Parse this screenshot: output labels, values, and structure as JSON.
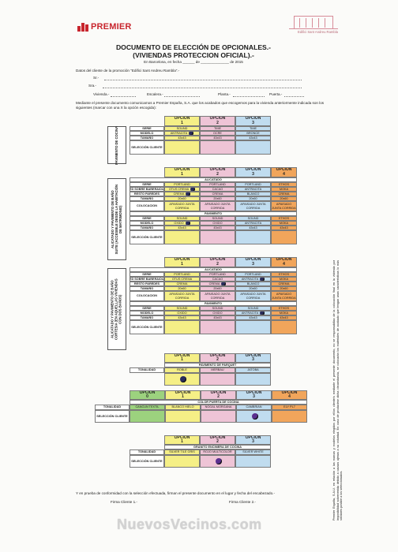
{
  "header": {
    "brand": "PREMIER",
    "stamp_text": "Edifici Sant Andreu Rambla",
    "title_line1": "DOCUMENTO DE ELECCIÓN DE OPCIONALES.-",
    "title_line2": "(VIVIENDAS PROTECCION OFICIAL).-",
    "date_line": "En Barcelona, en fecha ______ de ______________ de 2015"
  },
  "client": {
    "heading": "Datos del cliente de la promoción \"Edifici Sant Andreu Rambla\".-",
    "sr1": "Sr.-",
    "sra": "Sra.-",
    "vivienda": "Vivienda.-",
    "escalera": "Escalera.-",
    "planta": "Planta.-",
    "puerta": "Puerta.-"
  },
  "intro_text": "Mediante el presente documento comunicamos a Premier España, S.A. que los acabados que escogemos para la vivienda anteriormente indicada son los siguientes (marcar con una X la opción escogida):",
  "cocina_pav": {
    "title": "PAVIMENTO DE COCINA",
    "opcion": [
      "OPCION",
      "OPCION",
      "OPCION"
    ],
    "nums": [
      "1",
      "2",
      "3"
    ],
    "labels": [
      "SERIE",
      "MODELO",
      "TAMAÑO",
      "SELECCIÓN CLIENTE"
    ],
    "serie": [
      "SOUND",
      "TIME",
      "TIME"
    ],
    "modelo": [
      "ANTRACITA",
      "OCRE",
      "BRONCE"
    ],
    "tamano": [
      "43x43",
      "43x43",
      "43x43"
    ]
  },
  "suite": {
    "title_lines": [
      "ALICATADO Y PAVIMENTO DE BAÑO",
      "SUITE (ACCESIBLE DESDE LA HABITACIÓN",
      "DE MATRIMONIO)"
    ],
    "opcion": [
      "OPCION",
      "OPCION",
      "OPCION",
      "OPCION"
    ],
    "nums": [
      "1",
      "2",
      "3",
      "4"
    ],
    "alicatado": "ALICATADO",
    "pavimento": "PAVIMENTO",
    "labels": [
      "SERIE",
      "PARED SOBRE BAÑERA/DUCHA",
      "RESTO PAREDES",
      "TAMAÑO",
      "COLOCACION",
      "SERIE",
      "MODELO",
      "TAMAÑO",
      "SELECCIÓN CLIENTE"
    ],
    "serie": [
      "PORTLAND",
      "PORTLAND",
      "PORTLAND",
      "ETHOS"
    ],
    "pared": [
      "OTUS CREMA",
      "CACAO",
      "ANTRACITA",
      "MOKA"
    ],
    "resto": [
      "CREMA",
      "CREMA",
      "BLANCO",
      "CREMA"
    ],
    "tamano": [
      "20x60",
      "20x60",
      "20x60",
      "20x60"
    ],
    "colocacion": [
      "APAISADO JUNTA CORRIDA",
      "APAISADO JUNTA CORRIDA",
      "APAISADO JUNTA CORRIDA",
      "APAISADO JUNTA CORRIDA"
    ],
    "pav_serie": [
      "SOUND",
      "SOUND",
      "SOUND",
      "ETHOS"
    ],
    "pav_modelo": [
      "OXIDO",
      "OXIDO",
      "ANTRACITA",
      "MOKA"
    ],
    "pav_tamano": [
      "43x43",
      "43x43",
      "43x43",
      "43x43"
    ]
  },
  "cortesia": {
    "title_lines": [
      "ALICATADO Y PAVIMENTO DE BAÑO",
      "CORTESIA (EN AQUELLAS VIVIENDAS",
      "CON DOS BAÑOS)"
    ],
    "opcion": [
      "OPCION",
      "OPCION",
      "OPCION",
      "OPCION"
    ],
    "nums": [
      "1",
      "2",
      "3",
      "4"
    ],
    "alicatado": "ALICATADO",
    "pavimento": "PAVIMENTO",
    "labels": [
      "SERIE",
      "PARED SOBRE BAÑERA/DUCHA",
      "RESTO PAREDES",
      "TAMAÑO",
      "COLOCACION",
      "SERIE",
      "MODELO",
      "TAMAÑO",
      "SELECCIÓN CLIENTE"
    ],
    "serie": [
      "PORTLAND",
      "PORTLAND",
      "PORTLAND",
      "ETHOS"
    ],
    "pared": [
      "OTUS CREMA",
      "CACAO",
      "ANTRACITA",
      "MOKA"
    ],
    "resto": [
      "CREMA",
      "CREMA",
      "BLANCO",
      "CREMA"
    ],
    "tamano": [
      "20x60",
      "20x60",
      "20x60",
      "20x60"
    ],
    "colocacion": [
      "APAISADO JUNTA CORRIDA",
      "APAISADO JUNTA CORRIDA",
      "APAISADO JUNTA CORRIDA",
      "APAISADO JUNTA CORRIDA"
    ],
    "pav_serie": [
      "SOUND",
      "SOUND",
      "SOUND",
      "ETHOS"
    ],
    "pav_modelo": [
      "OXIDO",
      "OXIDO",
      "ANTRACITA",
      "MOKA"
    ],
    "pav_tamano": [
      "43x43",
      "43x43",
      "43x43",
      "43x43"
    ]
  },
  "parquet": {
    "opcion": [
      "OPCION",
      "OPCION",
      "OPCION"
    ],
    "nums": [
      "1",
      "2",
      "3"
    ],
    "heading": "PAVIMENTO DE PARQUET",
    "label": "TONALIDAD",
    "values": [
      "ROBLE",
      "MERBAU",
      "JATOBA"
    ]
  },
  "puerta": {
    "opcion": [
      "OPCION",
      "OPCION",
      "OPCION",
      "OPCION",
      "OPCION"
    ],
    "nums": [
      "0",
      "1",
      "2",
      "3",
      "4"
    ],
    "heading": "COLOR PUERTA DE COCINA",
    "labels": [
      "TONALIDAD",
      "SELECCIÓN CLIENTE"
    ],
    "values": [
      "CANCUN TEXTIL",
      "BLANCO HIELO",
      "NOGAL MORGANA",
      "CAMBRIAN",
      "ELY PL7"
    ]
  },
  "granito": {
    "opcion": [
      "OPCION",
      "OPCION",
      "OPCION"
    ],
    "nums": [
      "1",
      "2",
      "3"
    ],
    "heading": "GRANITO ENCIMERA DE COCINA",
    "labels": [
      "TONALIDAD",
      "SELECCIÓN CLIENTE"
    ],
    "values": [
      "SILVER TILE GRIS",
      "ROJO MULTICOLOR",
      "SILVER WHITE"
    ]
  },
  "side_note": "Premier España, S.A.U. en relación a las marcas y modelos elegidos por el/los cliente/s mediante el presente documento, no se responsabiliza de la colocación final en la vivienda por imposibilidad sobrevenida debido a causas ajenas a su voluntad. En caso de producirse dicha circunstancia, se colocarán los materiales de acabado que tengan unas características lo más similares posible a los seleccionados.",
  "footer": {
    "conformity": "Y en prueba de conformidad con la selección efectuada, firman el presente documento en el lugar y fecha del encabezado.-",
    "sign1": "Firma Cliente 1.-",
    "sign2": "Firma Cliente 2.-"
  },
  "watermark": "NuevosVecinos.com"
}
